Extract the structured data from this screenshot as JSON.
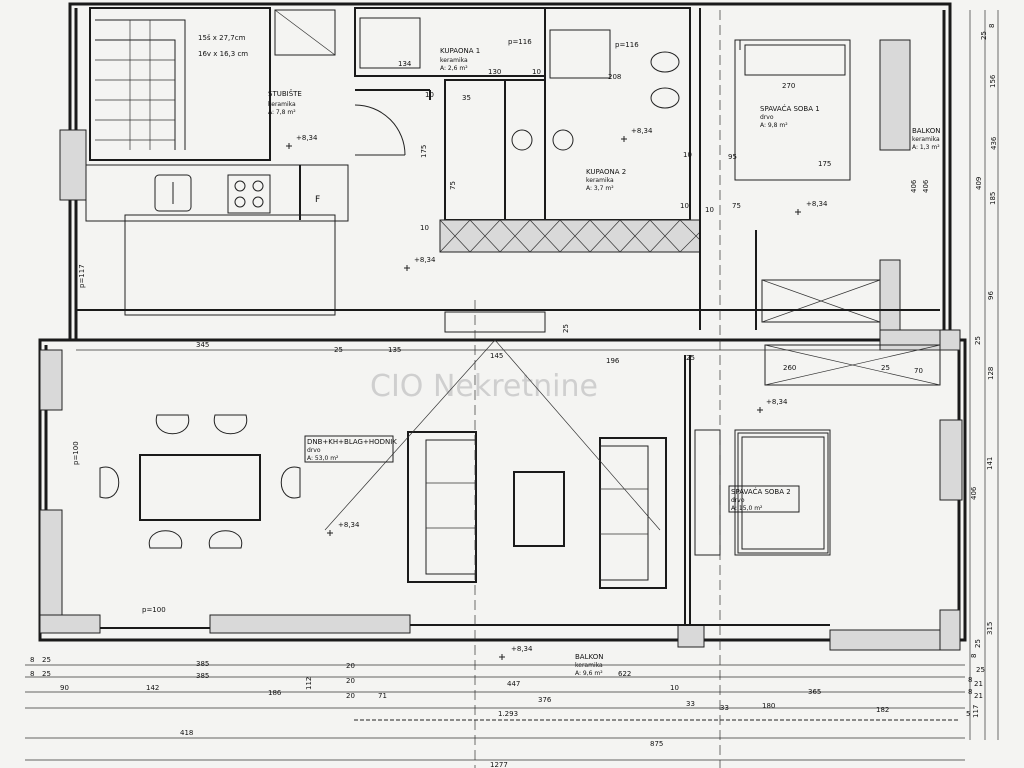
{
  "rooms": {
    "stairs": {
      "name": "STUBIŠTE",
      "floor": "keramika",
      "area": "A: 7,8 m²",
      "elev": "+8,34",
      "step1": "15š x 27,7cm",
      "step2": "16v x 16,3 cm"
    },
    "bath1": {
      "name": "KUPAONA 1",
      "floor": "keramika",
      "area": "A: 2,6 m²",
      "label_p": "p=116"
    },
    "bath2": {
      "name": "KUPAONA 2",
      "floor": "keramika",
      "area": "A: 3,7 m²",
      "elev": "+8,34",
      "label_p": "p=116"
    },
    "bedroom1": {
      "name": "SPAVAĆA SOBA 1",
      "floor": "drvo",
      "area": "A: 9,8 m²"
    },
    "balcony1": {
      "name": "BALKON",
      "floor": "keramika",
      "area": "A: 1,3 m²"
    },
    "living": {
      "name": "DNB+KH+BLAG+HODNIK",
      "floor": "drvo",
      "area": "A: 53,0 m²",
      "elev": "+8,34"
    },
    "bedroom2": {
      "name": "SPAVAĆA SOBA 2",
      "floor": "drvo",
      "area": "A: 15,0 m²",
      "elev": "+8,34"
    },
    "balcony2": {
      "name": "BALKON",
      "floor": "keramika",
      "area": "A: 9,6 m²",
      "elev": "+8,34"
    }
  },
  "labels": {
    "kitchen_f": "F",
    "elev_hall": "+8,34",
    "elev_b1": "+8,34",
    "p117": "p=117",
    "p100a": "p=100",
    "p100b": "p=100",
    "watermark": "CIO Nekretnine"
  },
  "dims_top": [
    "134",
    "35",
    "10",
    "175",
    "75",
    "208",
    "10",
    "270",
    "95",
    "175",
    "10",
    "75",
    "10",
    "10",
    "130",
    "10"
  ],
  "dims_mid": [
    "345",
    "25",
    "135",
    "145",
    "196",
    "25",
    "260",
    "25",
    "70",
    "25"
  ],
  "dims_right": [
    "25",
    "8",
    "156",
    "409",
    "185",
    "436",
    "96",
    "25",
    "128",
    "406",
    "141",
    "315",
    "25",
    "8",
    "25",
    "21",
    "8",
    "21",
    "8",
    "117",
    "5"
  ],
  "dims_bottom": {
    "row1": [
      "8",
      "25",
      "385",
      "20",
      "622"
    ],
    "row2": [
      "8",
      "25",
      "385",
      "20",
      "447",
      "10",
      "365"
    ],
    "row3": [
      "90",
      "142",
      "186",
      "20",
      "71",
      "376",
      "33",
      "180",
      "182"
    ],
    "row4": [
      "1.293"
    ],
    "row5": [
      "418",
      "875"
    ],
    "row6": [
      "1277"
    ],
    "misc": [
      "112",
      "33",
      "406",
      "406"
    ]
  }
}
